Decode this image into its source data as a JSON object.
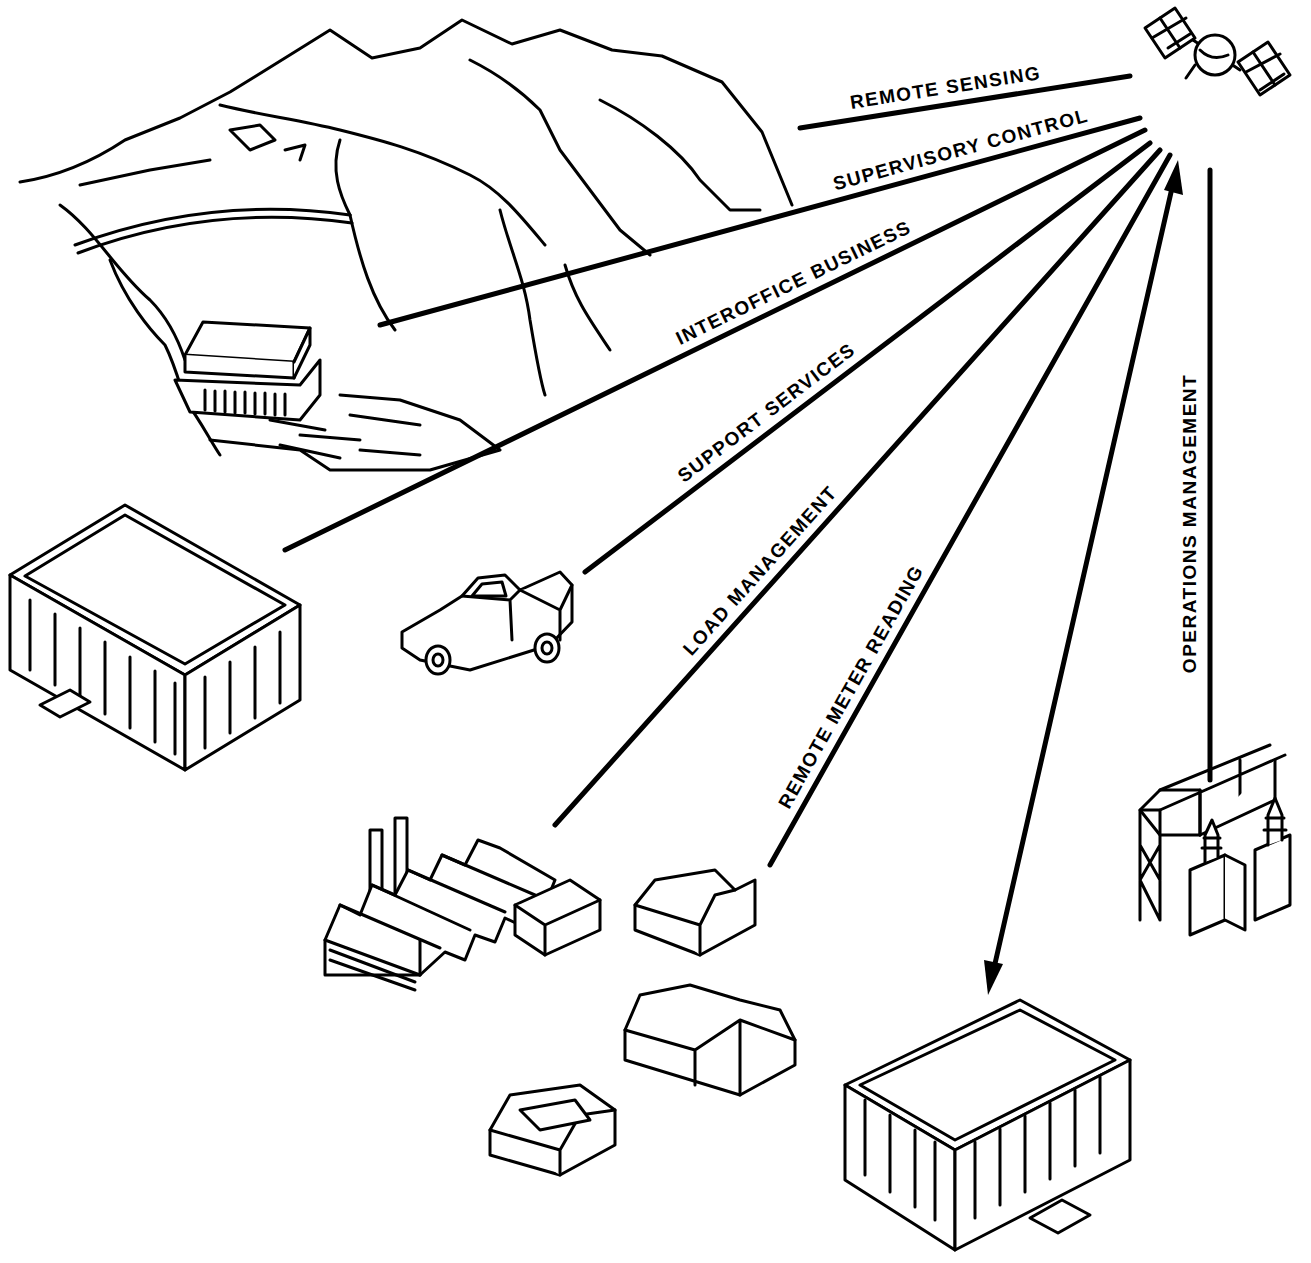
{
  "diagram": {
    "labels": [
      "REMOTE SENSING",
      "SUPERVISORY CONTROL",
      "INTEROFFICE BUSINESS",
      "SUPPORT SERVICES",
      "LOAD MANAGEMENT",
      "REMOTE METER READING",
      "OPERATIONS MANAGEMENT"
    ]
  }
}
